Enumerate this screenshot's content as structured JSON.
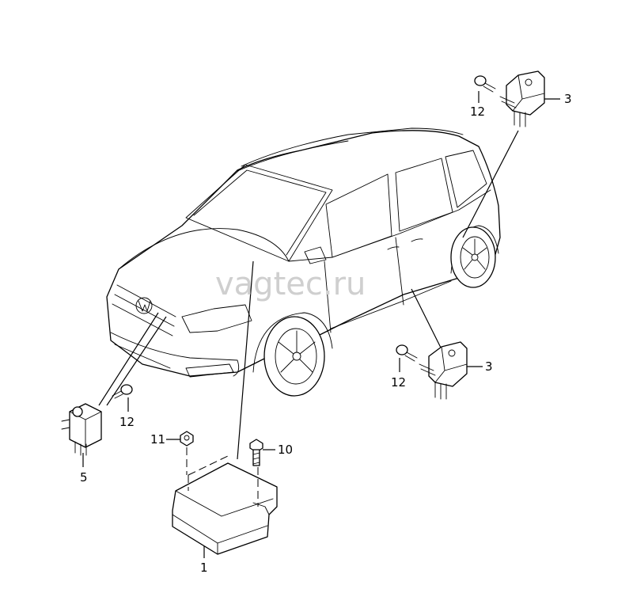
{
  "watermark": "vagtec.ru",
  "callouts": [
    {
      "id": "1",
      "label": "1"
    },
    {
      "id": "3a",
      "label": "3"
    },
    {
      "id": "3b",
      "label": "3"
    },
    {
      "id": "5",
      "label": "5"
    },
    {
      "id": "10",
      "label": "10"
    },
    {
      "id": "11",
      "label": "11"
    },
    {
      "id": "12a",
      "label": "12"
    },
    {
      "id": "12b",
      "label": "12"
    },
    {
      "id": "12c",
      "label": "12"
    }
  ]
}
